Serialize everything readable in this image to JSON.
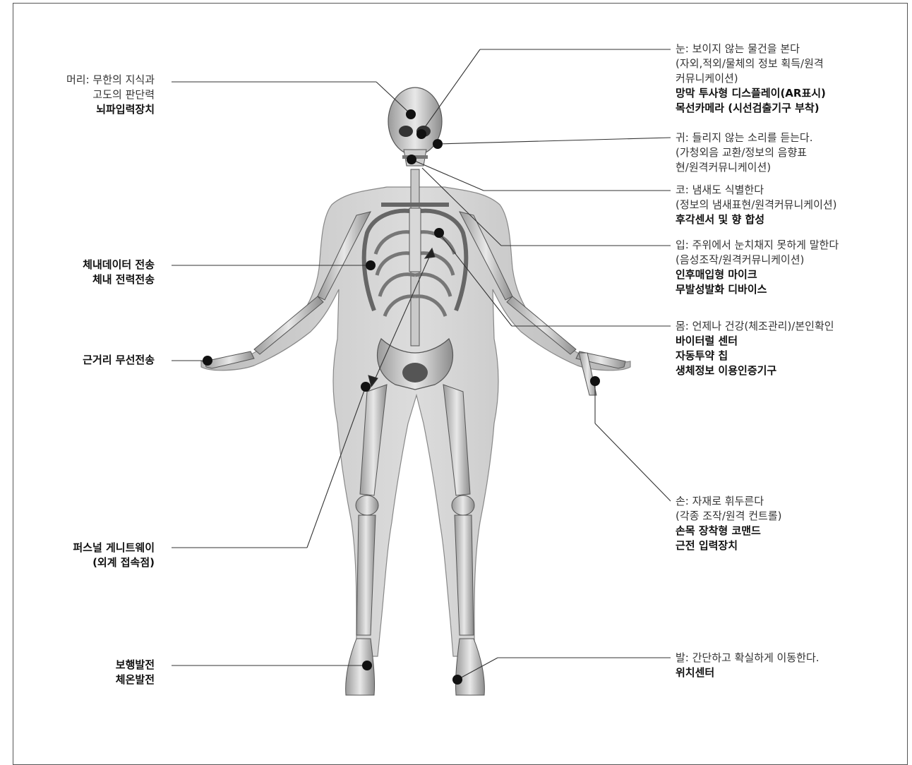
{
  "left_labels": {
    "head": {
      "lines": [
        "머리: 무한의 지식과",
        "고도의 판단력"
      ],
      "bold": [
        "뇌파입력장치"
      ]
    },
    "body_data": {
      "lines": [],
      "bold": [
        "체내데이터 전송",
        "체내 전력전송"
      ]
    },
    "near_wireless": {
      "lines": [],
      "bold": [
        "근거리 무선전송"
      ]
    },
    "gateway": {
      "lines": [],
      "bold": [
        "퍼스널 게니트웨이",
        "(외계 접속점)"
      ]
    },
    "walking": {
      "lines": [],
      "bold": [
        "보행발전",
        "체온발전"
      ]
    }
  },
  "right_labels": {
    "eye": {
      "lines": [
        "눈: 보이지 않는 물건을 본다",
        "(자외,적외/물체의 정보 획득/원격",
        "커뮤니케이션)"
      ],
      "bold": [
        "망막 투사형 디스플레이(AR표시)",
        "목선카메라 (시선검출기구 부착)"
      ]
    },
    "ear": {
      "lines": [
        "귀: 들리지 않는 소리를 듣는다.",
        "(가청외음 교환/정보의 음향표",
        "현/원격커뮤니케이션)"
      ],
      "bold": []
    },
    "nose": {
      "lines": [
        "코: 냄새도 식별한다",
        "(정보의 냄새표현/원격커뮤니케이션)"
      ],
      "bold": [
        "후각센서 및 향 합성"
      ]
    },
    "mouth": {
      "lines": [
        "입: 주위에서 눈치채지 못하게 말한다",
        "(음성조작/원격커뮤니케이션)"
      ],
      "bold": [
        "인후매입형 마이크",
        "무발성발화 디바이스"
      ]
    },
    "body": {
      "lines": [
        "몸: 언제나 건강(체조관리)/본인확인"
      ],
      "bold": [
        "바이터럴 센터",
        "자동투약 칩",
        "생체정보 이용인증기구"
      ]
    },
    "hand": {
      "lines": [
        "손: 자재로 휘두른다",
        "(각종 조작/원격 컨트롤)"
      ],
      "bold": [
        "손목 장착형 코맨드",
        "근전 입력장치"
      ]
    },
    "foot": {
      "lines": [
        "발: 간단하고 확실하게 이동한다."
      ],
      "bold": [
        "위치센터"
      ]
    }
  }
}
